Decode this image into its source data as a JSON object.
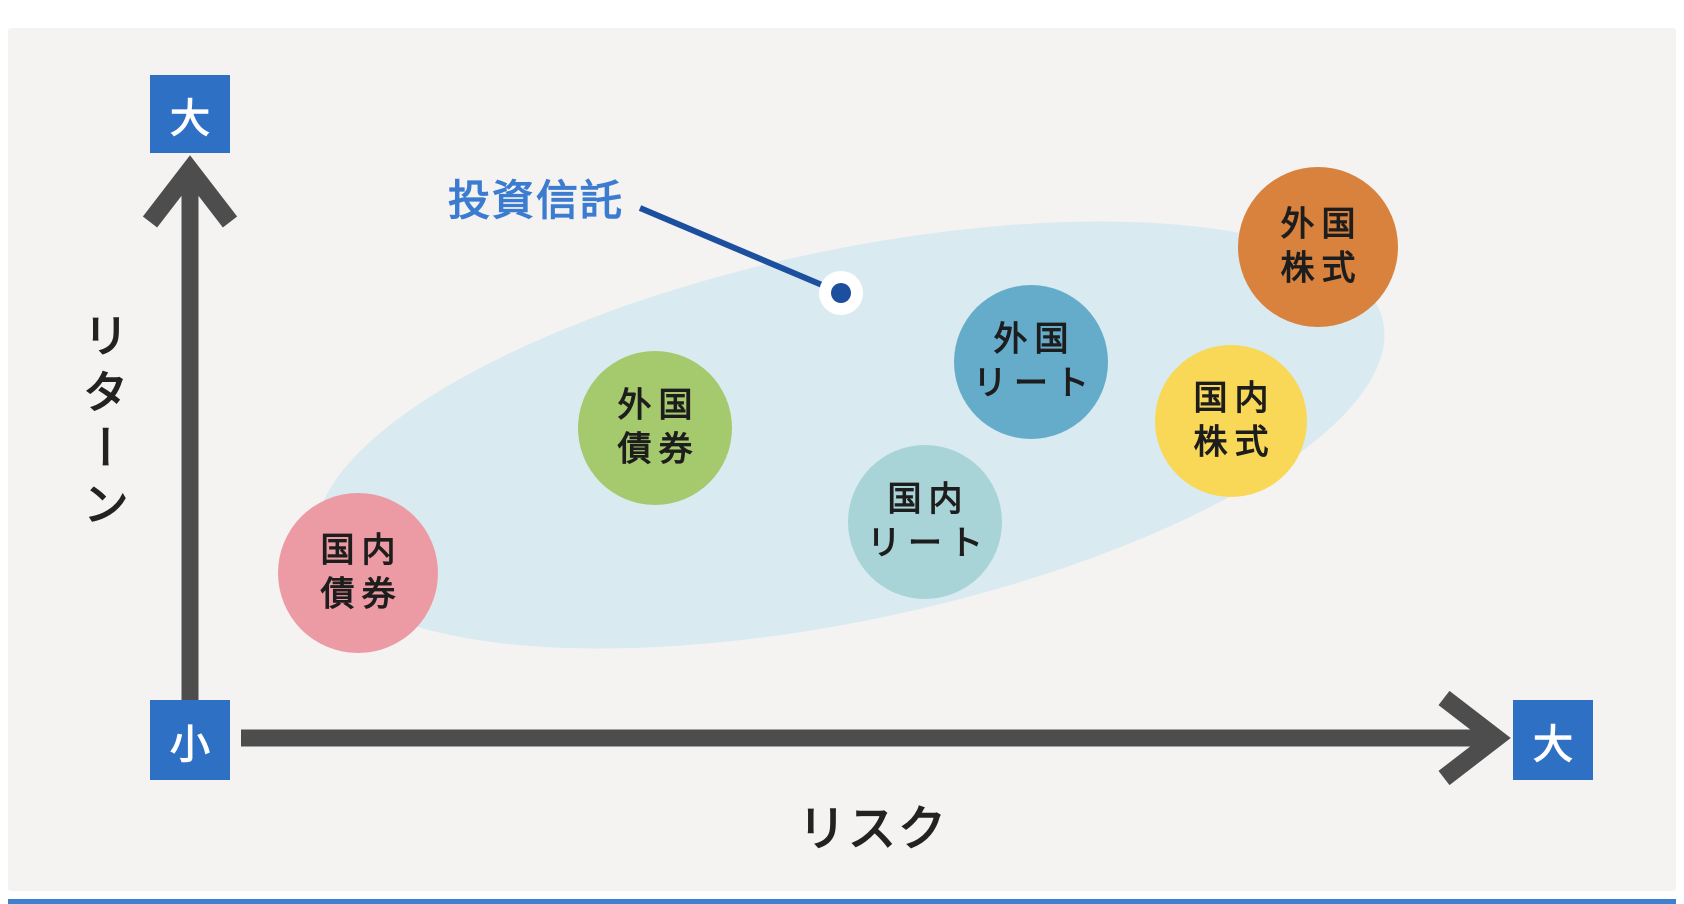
{
  "diagram": {
    "callout": {
      "label": "投資信託",
      "text_color": "#3b7cd0",
      "line_color": "#1c4f9e"
    },
    "y_axis": {
      "label": "リターン",
      "max_label": "大",
      "min_label": "小"
    },
    "x_axis": {
      "label": "リスク",
      "max_label": "大"
    },
    "colors": {
      "page_bg": "#ffffff",
      "panel_bg": "#f4f3f1",
      "axis": "#4d4d4d",
      "axis_box": "#2e70c4",
      "ellipse": "#d9eaf1",
      "label_text": "#1d1d1d",
      "bottom_bar": "#3d7fd0",
      "dot_ring": "#ffffff"
    },
    "assets": [
      {
        "id": "domestic-bonds",
        "line1": "国内",
        "line2": "債券",
        "color": "#ec9ba4"
      },
      {
        "id": "foreign-bonds",
        "line1": "外国",
        "line2": "債券",
        "color": "#a5c96d"
      },
      {
        "id": "domestic-reit",
        "line1": "国内",
        "line2": "リート",
        "color": "#a8d4d8"
      },
      {
        "id": "foreign-reit",
        "line1": "外国",
        "line2": "リート",
        "color": "#65accb"
      },
      {
        "id": "domestic-stocks",
        "line1": "国内",
        "line2": "株式",
        "color": "#f8d856"
      },
      {
        "id": "foreign-stocks",
        "line1": "外国",
        "line2": "株式",
        "color": "#d8823e"
      }
    ]
  }
}
